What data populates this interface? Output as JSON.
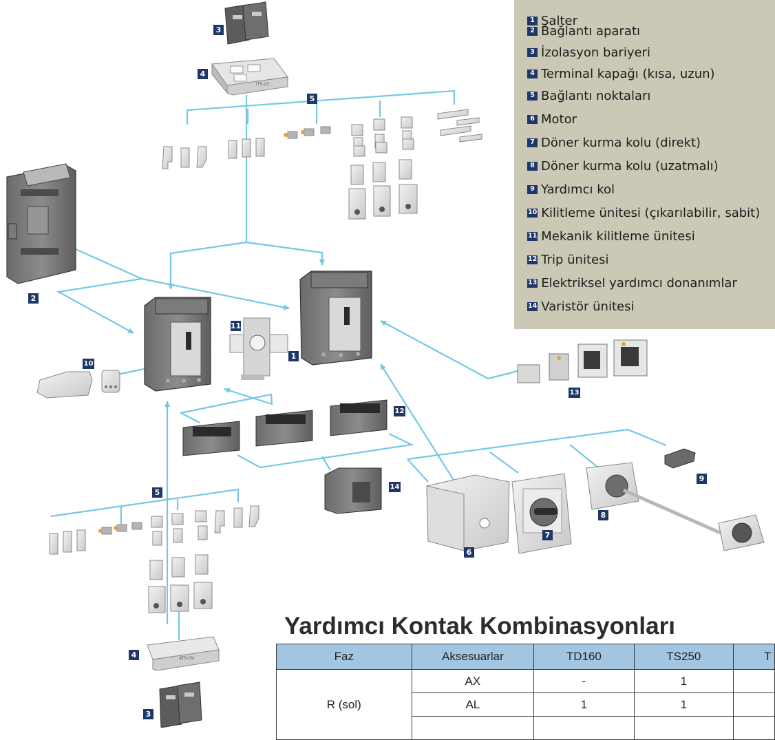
{
  "legend": {
    "items": [
      {
        "num": "1",
        "label": "Şalter"
      },
      {
        "num": "2",
        "label": "Bağlantı aparatı"
      },
      {
        "num": "3",
        "label": "İzolasyon bariyeri"
      },
      {
        "num": "4",
        "label": "Terminal kapağı (kısa, uzun)"
      },
      {
        "num": "5",
        "label": "Bağlantı noktaları"
      },
      {
        "num": "6",
        "label": "Motor"
      },
      {
        "num": "7",
        "label": "Döner kurma kolu (direkt)"
      },
      {
        "num": "8",
        "label": "Döner kurma kolu (uzatmalı)"
      },
      {
        "num": "9",
        "label": "Yardımcı kol"
      },
      {
        "num": "10",
        "label": "Kilitleme ünitesi (çıkarılabilir, sabit)"
      },
      {
        "num": "11",
        "label": "Mekanik kilitleme ünitesi"
      },
      {
        "num": "12",
        "label": "Trip ünitesi"
      },
      {
        "num": "13",
        "label": "Elektriksel yardımcı donanımlar"
      },
      {
        "num": "14",
        "label": "Varistör ünitesi"
      }
    ]
  },
  "diagram_labels": {
    "n1": "1",
    "n2": "2",
    "n3": "3",
    "n4": "4",
    "n5": "5",
    "n6": "6",
    "n7": "7",
    "n8": "8",
    "n9": "9",
    "n10": "10",
    "n11": "11",
    "n12": "12",
    "n13": "13",
    "n14": "14",
    "cover_top_text": "ITS-23",
    "cover_bottom_text": "ATS-OU"
  },
  "section": {
    "title": "Yardımcı Kontak Kombinasyonları"
  },
  "table": {
    "headers": [
      "Faz",
      "Aksesuarlar",
      "TD160",
      "TS250",
      "T"
    ],
    "group_label": "R (sol)",
    "rows": [
      {
        "accessory": "AX",
        "td160": "-",
        "ts250": "1",
        "t": ""
      },
      {
        "accessory": "AL",
        "td160": "1",
        "ts250": "1",
        "t": ""
      },
      {
        "accessory": "",
        "td160": "",
        "ts250": "",
        "t": ""
      }
    ]
  },
  "colors": {
    "connector": "#74c8e4",
    "badge": "#1e3766",
    "legend_bg": "#cbc9b6",
    "table_header": "#a2c6e2"
  }
}
